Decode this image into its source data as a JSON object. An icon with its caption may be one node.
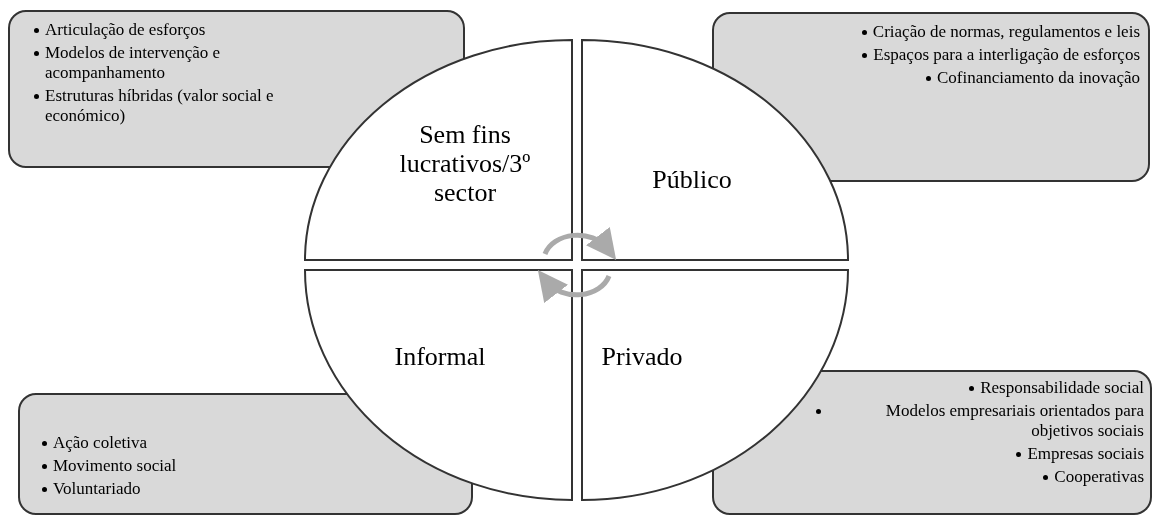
{
  "diagram": {
    "nodes": [
      {
        "text": [
          "Articulação de esforços",
          "Modelos de intervenção e acompanhamento",
          "Estruturas híbridas (valor social e económico)"
        ]
      },
      {
        "text": [
          "Criação de normas, regulamentos e leis",
          "Espaços para a interligação de esforços",
          "Cofinanciamento da inovação"
        ]
      },
      {
        "text": [
          "Sem fins lucrativos/3º sector"
        ]
      },
      {
        "text": [
          "Público"
        ]
      },
      {
        "text": [
          "Informal"
        ]
      },
      {
        "text": [
          "Privado"
        ]
      },
      {
        "text": [
          "Ação coletiva",
          "Movimento social",
          "Voluntariado"
        ]
      },
      {
        "text": [
          "Responsabilidade social",
          "Modelos empresariais orientados para objetivos sociais",
          "Empresas sociais",
          "Cooperativas"
        ]
      }
    ],
    "edges": [
      {
        "from": 2,
        "to": 3,
        "arrow": "to"
      },
      {
        "from": 5,
        "to": 4,
        "arrow": "to"
      }
    ]
  }
}
